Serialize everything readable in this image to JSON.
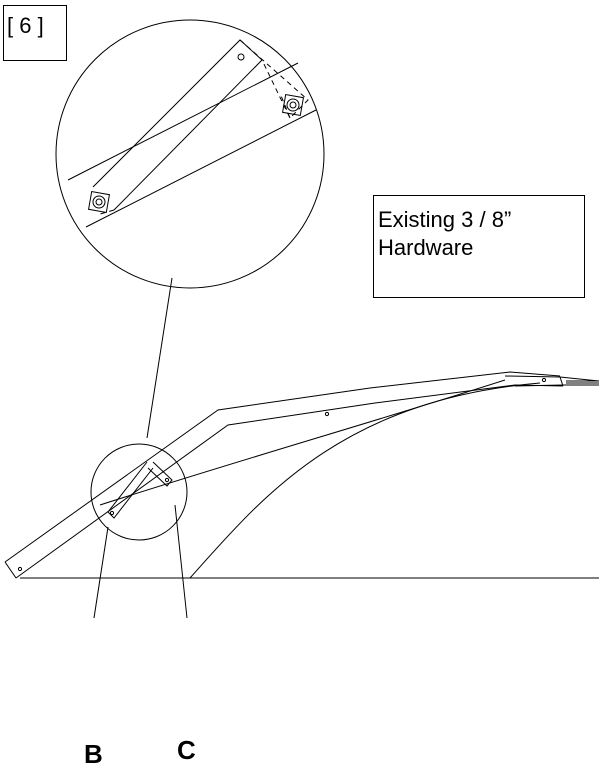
{
  "step": {
    "label": "[ 6 ]"
  },
  "hardware_note": {
    "line1": "Existing 3 / 8”",
    "line2": "Hardware"
  },
  "callouts": {
    "b": "B",
    "c": "C"
  },
  "colors": {
    "ink": "#000000",
    "paper": "#ffffff"
  }
}
